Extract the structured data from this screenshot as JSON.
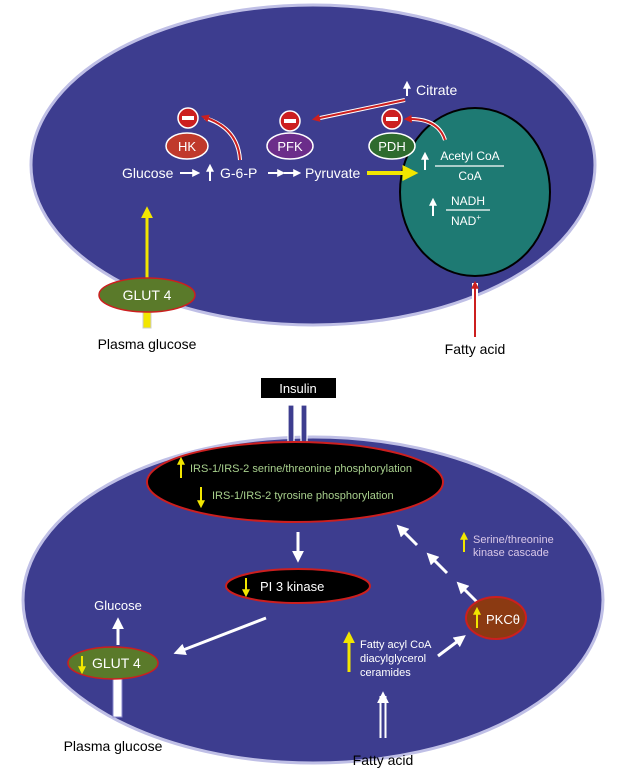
{
  "top_panel": {
    "citrate": "Citrate",
    "hk": "HK",
    "pfk": "PFK",
    "pdh": "PDH",
    "glucose": "Glucose",
    "g6p": "G-6-P",
    "pyruvate": "Pyruvate",
    "acetyl_coa": "Acetyl CoA",
    "coa": "CoA",
    "nadh": "NADH",
    "nad": "NAD",
    "nad_sup": "+",
    "glut4": "GLUT 4",
    "plasma_glucose": "Plasma glucose",
    "fatty_acid": "Fatty acid"
  },
  "bottom_panel": {
    "insulin": "Insulin",
    "irs_serine": "IRS-1/IRS-2 serine/threonine phosphorylation",
    "irs_tyrosine": "IRS-1/IRS-2 tyrosine phosphorylation",
    "pi3k": "PI 3 kinase",
    "serine_cascade_1": "Serine/threonine",
    "serine_cascade_2": "kinase cascade",
    "pkc": "PKCθ",
    "fatty_acyl_1": "Fatty acyl CoA",
    "fatty_acyl_2": "diacylglycerol",
    "fatty_acyl_3": "ceramides",
    "glucose": "Glucose",
    "glut4": "GLUT 4",
    "plasma_glucose": "Plasma glucose",
    "fatty_acid": "Fatty acid"
  },
  "colors": {
    "cell": "#3d3d8f",
    "cell_border": "#bfbfe6",
    "mitochondrion": "#1e7a73",
    "hk": "#c0392b",
    "pfk": "#6b2d8a",
    "pdh": "#2e6b2e",
    "glut4": "#5a7a2a",
    "inhibit": "#cc1f1f",
    "yellow": "#f2e600",
    "green_text": "#a8d08d",
    "pkc": "#8b3a12"
  }
}
